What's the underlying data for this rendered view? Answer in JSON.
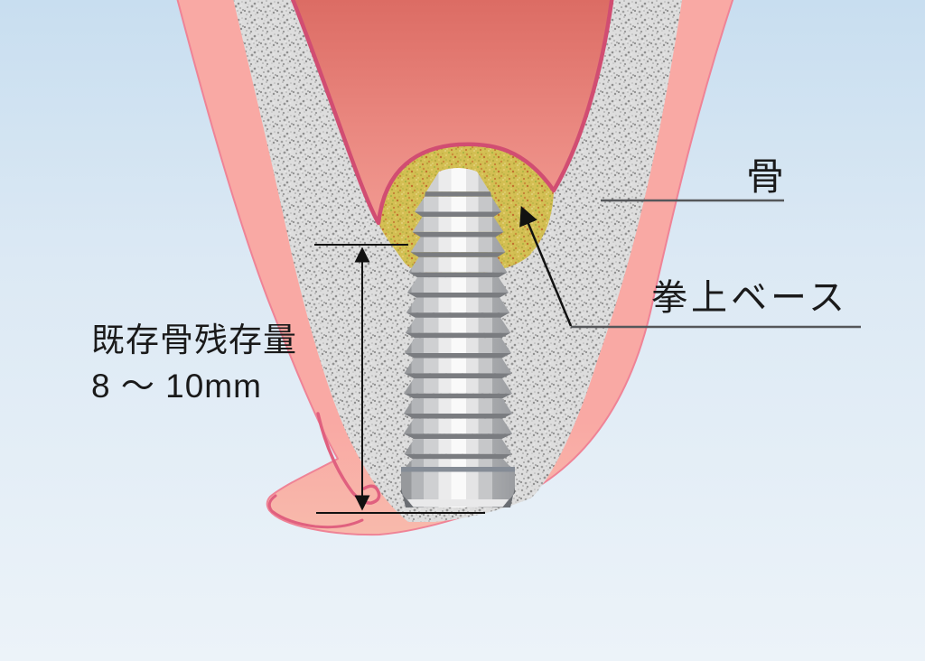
{
  "labels": {
    "bone": "骨",
    "graft_base": "拳上ベース",
    "residual_bone_line1": "既存骨残存量",
    "residual_bone_line2": "8 〜 10mm"
  },
  "colors": {
    "background_top": "#C8DEF0",
    "background_mid": "#DCE9F4",
    "background_bottom": "#ECF3F9",
    "gum": "#F9A9A4",
    "gum_flap": "#F8BBAC",
    "gum_edge": "#EF8396",
    "gum_fold": "#E0607F",
    "bone_base": "#DDDDDD",
    "bone_speckle": "#9B9B9B",
    "sinus_top": "#DC6C64",
    "sinus_bottom": "#F29C93",
    "sinus_border": "#D14D72",
    "graft_fill": "#D3BF53",
    "graft_speckle": "#B7A83E",
    "implant_dark": "#97999C",
    "implant_light": "#FAFAFA",
    "implant_thread_band": "#7A7C80",
    "implant_ring": "#858C96",
    "annotation_line": "#111111",
    "label_line": "#55575A",
    "text": "#1A1A1A"
  }
}
